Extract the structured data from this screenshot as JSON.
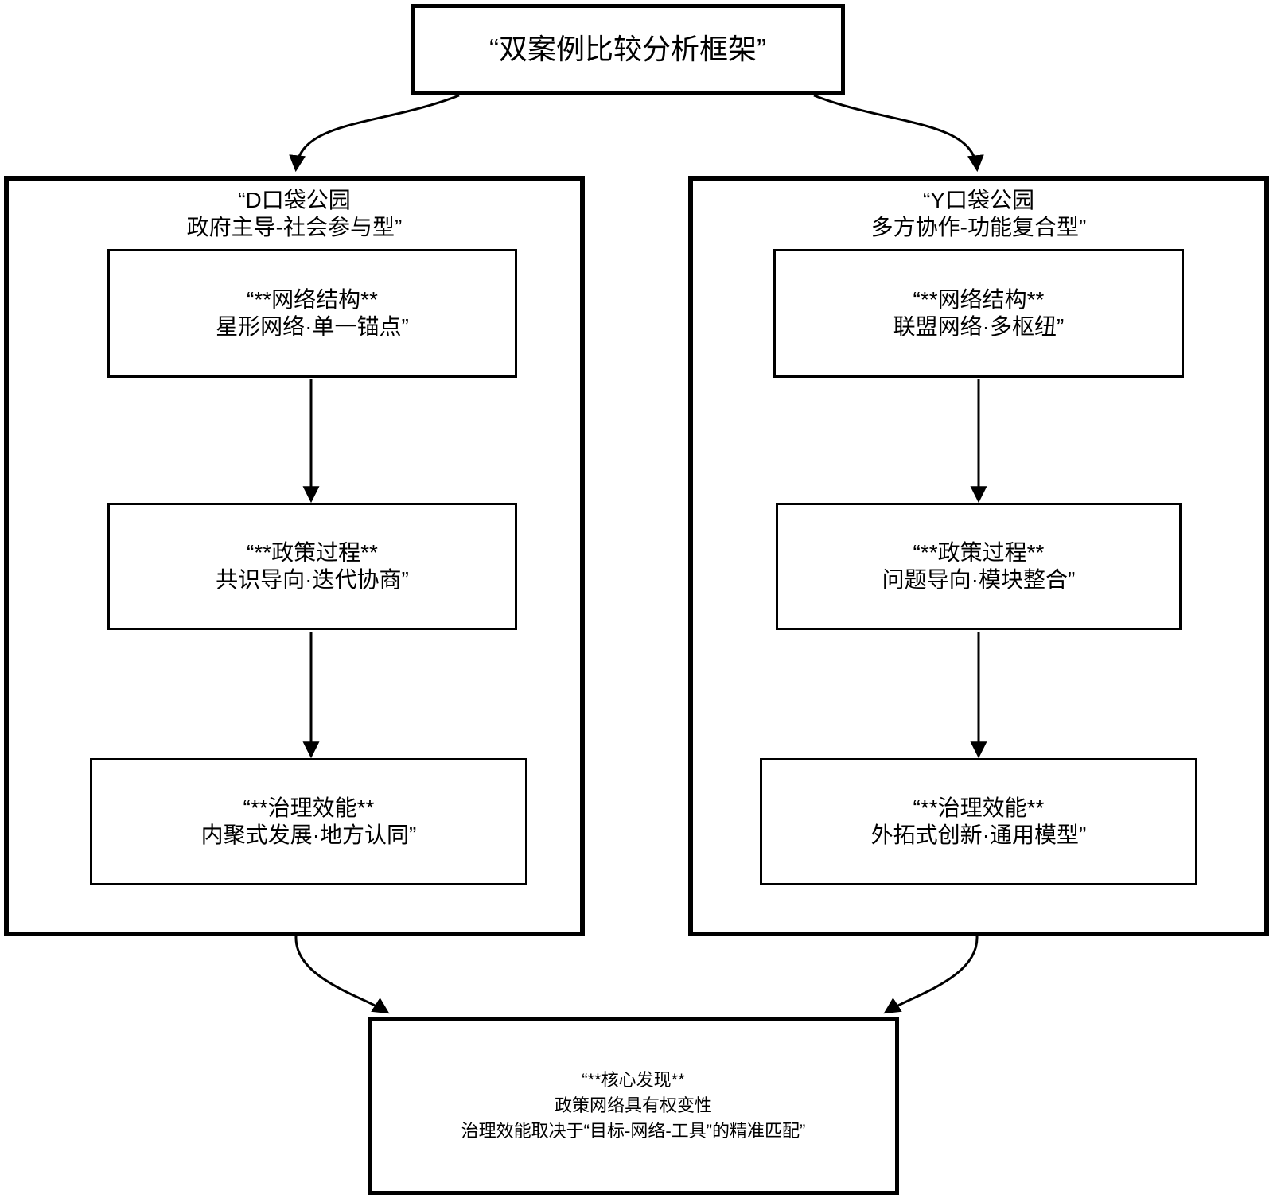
{
  "diagram": {
    "type": "flowchart",
    "background_color": "#ffffff",
    "stroke_color": "#000000",
    "text_color": "#000000",
    "root": {
      "label": "“双案例比较分析框架”"
    },
    "left_group": {
      "title_line1": "“D口袋公园",
      "title_line2": "政府主导-社会参与型”",
      "nodes": [
        {
          "line1": "“**网络结构**",
          "line2": "星形网络·单一锚点”"
        },
        {
          "line1": "“**政策过程**",
          "line2": "共识导向·迭代协商”"
        },
        {
          "line1": "“**治理效能**",
          "line2": "内聚式发展·地方认同”"
        }
      ]
    },
    "right_group": {
      "title_line1": "“Y口袋公园",
      "title_line2": "多方协作-功能复合型”",
      "nodes": [
        {
          "line1": "“**网络结构**",
          "line2": "联盟网络·多枢纽”"
        },
        {
          "line1": "“**政策过程**",
          "line2": "问题导向·模块整合”"
        },
        {
          "line1": "“**治理效能**",
          "line2": "外拓式创新·通用模型”"
        }
      ]
    },
    "conclusion": {
      "line1": "“**核心发现**",
      "line2": "政策网络具有权变性",
      "line3": "治理效能取决于“目标-网络-工具”的精准匹配”"
    }
  }
}
